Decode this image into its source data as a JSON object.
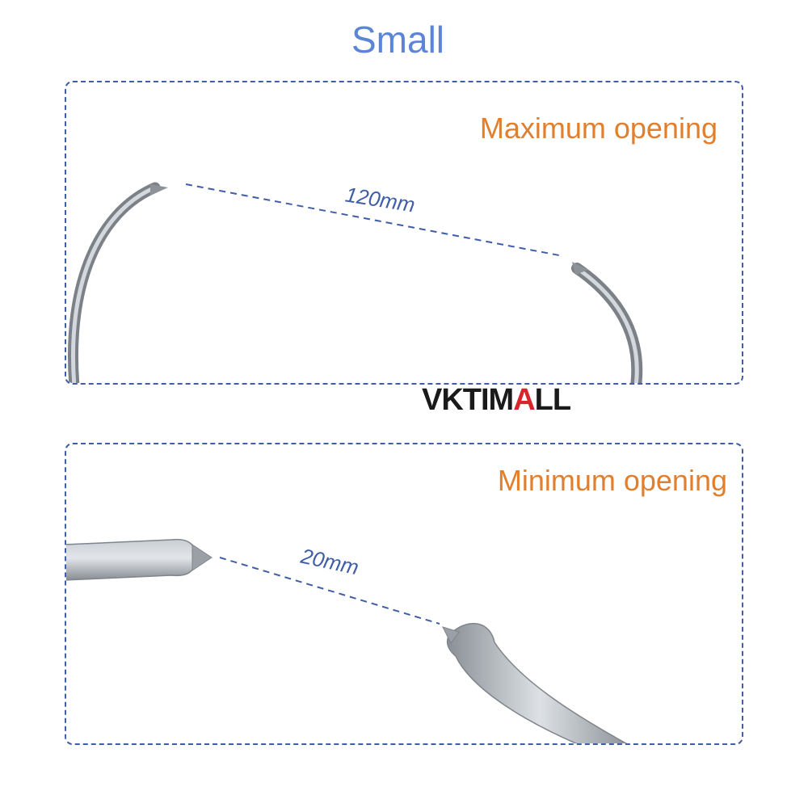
{
  "heading": "Small",
  "brand": {
    "text": "VKTIMALL",
    "accent_color": "#d8242a"
  },
  "panels": {
    "maximum": {
      "label": "Maximum opening",
      "measurement": "120mm"
    },
    "minimum": {
      "label": "Minimum opening",
      "measurement": "20mm"
    }
  },
  "colors": {
    "heading": "#5b86d6",
    "label": "#e07f2e",
    "dash": "#3f5ea6",
    "metal": "#a8adb3"
  }
}
